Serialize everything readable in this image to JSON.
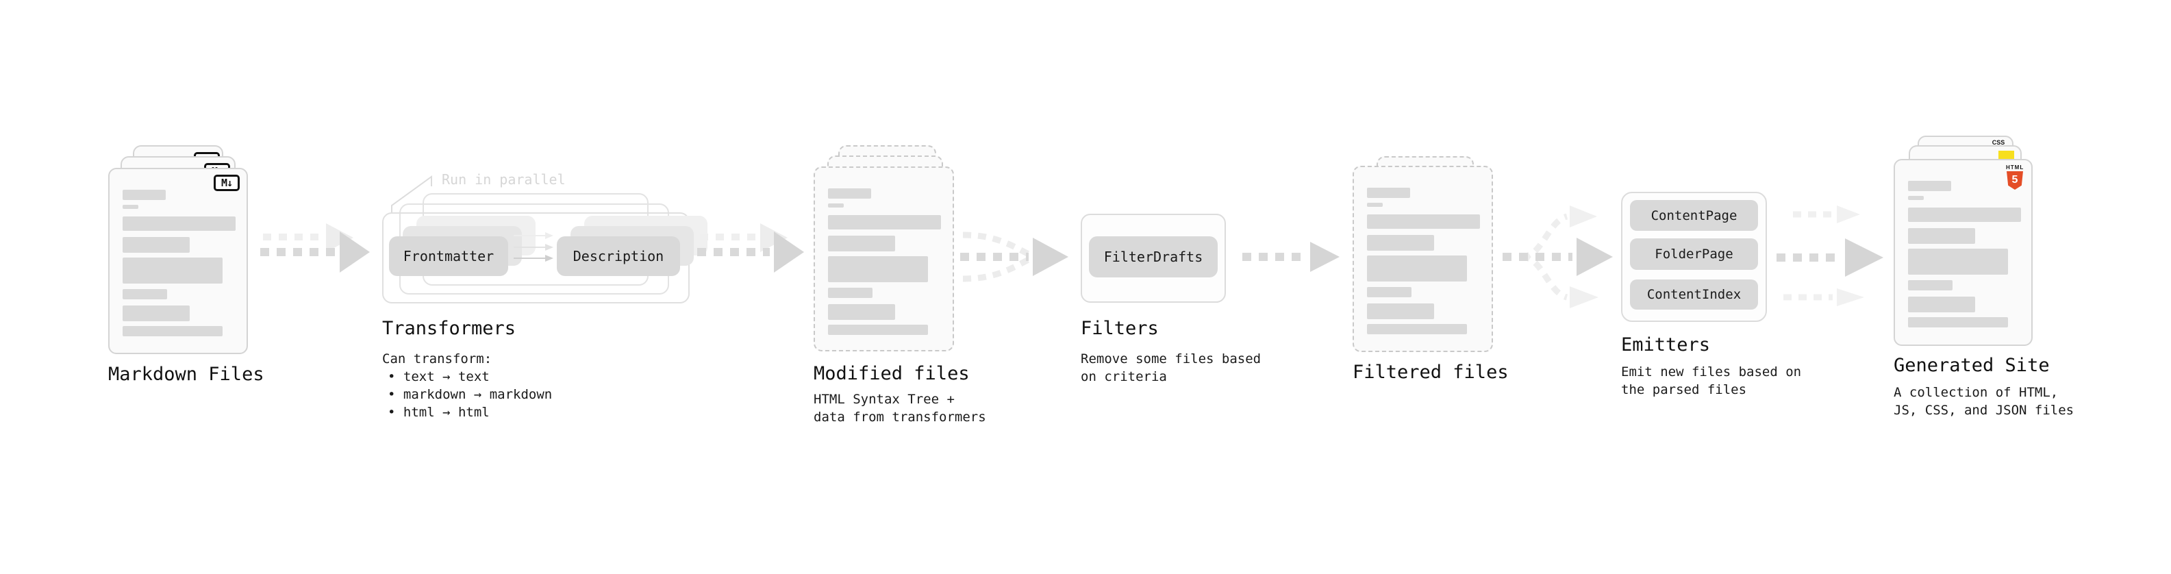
{
  "diagram": {
    "markdown_files": {
      "title": "Markdown Files"
    },
    "transformers": {
      "title": "Transformers",
      "note": "Run in parallel",
      "pill_frontmatter": "Frontmatter",
      "pill_description": "Description",
      "desc_heading": "Can transform:",
      "bullet_1": "• text → text",
      "bullet_2": "• markdown → markdown",
      "bullet_3": "• html → html"
    },
    "modified_files": {
      "title": "Modified files",
      "desc_line_1": "HTML Syntax Tree +",
      "desc_line_2": "data from transformers"
    },
    "filters": {
      "title": "Filters",
      "pill_filterdrafts": "FilterDrafts",
      "desc_line_1": "Remove some files based",
      "desc_line_2": "on criteria"
    },
    "filtered_files": {
      "title": "Filtered files"
    },
    "emitters": {
      "title": "Emitters",
      "pill_contentpage": "ContentPage",
      "pill_folderpage": "FolderPage",
      "pill_contentindex": "ContentIndex",
      "desc_line_1": "Emit new files based on",
      "desc_line_2": "the parsed files"
    },
    "generated_site": {
      "title": "Generated Site",
      "desc_line_1": "A collection of HTML,",
      "desc_line_2": "JS, CSS, and JSON files"
    },
    "icons": {
      "markdown_badge": "M↓",
      "css_badge": "CSS",
      "html_badge_word": "HTML",
      "html_badge_number": "5"
    },
    "colors": {
      "html5_orange": "#e44d26",
      "js_yellow": "#f7df1e",
      "css_blue": "#2965f1",
      "pill_gray": "#d9d9d9",
      "bar_gray": "#d9d9d9"
    }
  }
}
